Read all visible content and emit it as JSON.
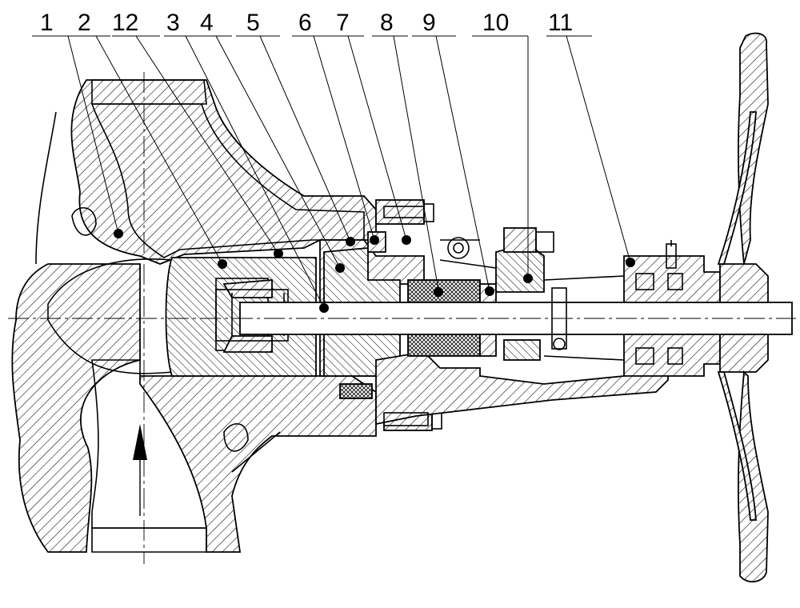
{
  "labels": [
    {
      "id": "1",
      "text": "1"
    },
    {
      "id": "2",
      "text": "2"
    },
    {
      "id": "12",
      "text": "12"
    },
    {
      "id": "3",
      "text": "3"
    },
    {
      "id": "4",
      "text": "4"
    },
    {
      "id": "5",
      "text": "5"
    },
    {
      "id": "6",
      "text": "6"
    },
    {
      "id": "7",
      "text": "7"
    },
    {
      "id": "8",
      "text": "8"
    },
    {
      "id": "9",
      "text": "9"
    },
    {
      "id": "10",
      "text": "10"
    },
    {
      "id": "11",
      "text": "11"
    }
  ],
  "colors": {
    "ink": "#000000",
    "paper": "#ffffff"
  }
}
